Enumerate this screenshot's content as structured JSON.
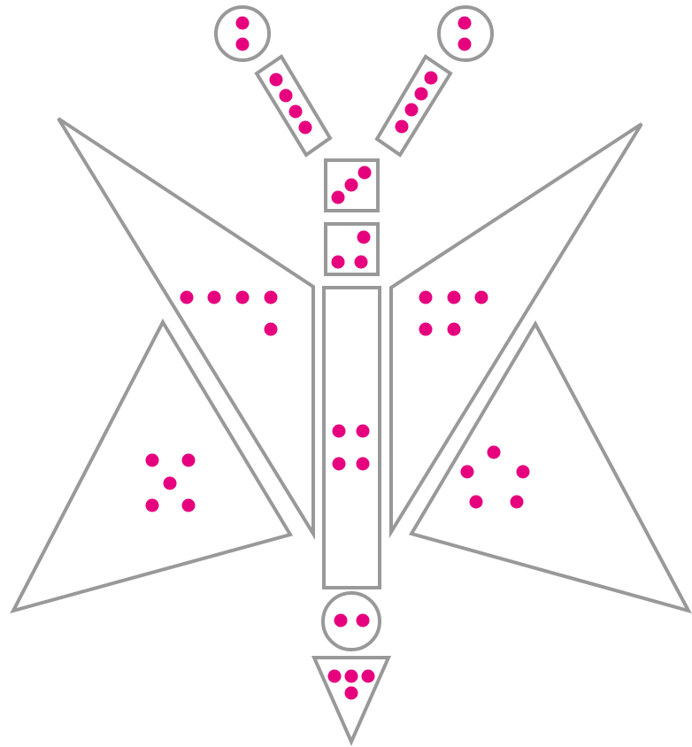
{
  "colors": {
    "outline": "#999999",
    "dot": "#e6007e",
    "background": "#ffffff"
  },
  "figure": {
    "subject": "butterfly",
    "parts": [
      {
        "name": "left-antenna-tip",
        "shape": "circle",
        "dots": 2
      },
      {
        "name": "right-antenna-tip",
        "shape": "circle",
        "dots": 2
      },
      {
        "name": "left-antenna",
        "shape": "bar",
        "dots": 4
      },
      {
        "name": "right-antenna",
        "shape": "bar",
        "dots": 4
      },
      {
        "name": "head-top",
        "shape": "square",
        "dots": 3
      },
      {
        "name": "head-bottom",
        "shape": "square",
        "dots": 3
      },
      {
        "name": "left-upper-wing",
        "shape": "triangle",
        "dots": 5
      },
      {
        "name": "right-upper-wing",
        "shape": "triangle",
        "dots": 5
      },
      {
        "name": "body",
        "shape": "rectangle",
        "dots": 4
      },
      {
        "name": "left-lower-wing",
        "shape": "triangle",
        "dots": 5
      },
      {
        "name": "right-lower-wing",
        "shape": "triangle",
        "dots": 5
      },
      {
        "name": "tail-circle",
        "shape": "circle",
        "dots": 2
      },
      {
        "name": "tail-triangle",
        "shape": "triangle",
        "dots": 4
      }
    ]
  }
}
